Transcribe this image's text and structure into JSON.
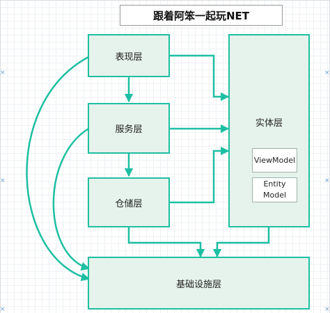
{
  "title": "跟着阿笨一起玩NET",
  "nodes": {
    "presentation": "表现层",
    "service": "服务层",
    "repository": "仓储层",
    "entity": "实体层",
    "infrastructure": "基础设施层"
  },
  "entity_items": {
    "viewmodel": "ViewModel",
    "entity_model_line1": "Entity",
    "entity_model_line2": "Model"
  },
  "markers": {
    "glyph": "×"
  },
  "colors": {
    "stroke": "#1dbfa2",
    "fill": "#e6f2ec"
  }
}
